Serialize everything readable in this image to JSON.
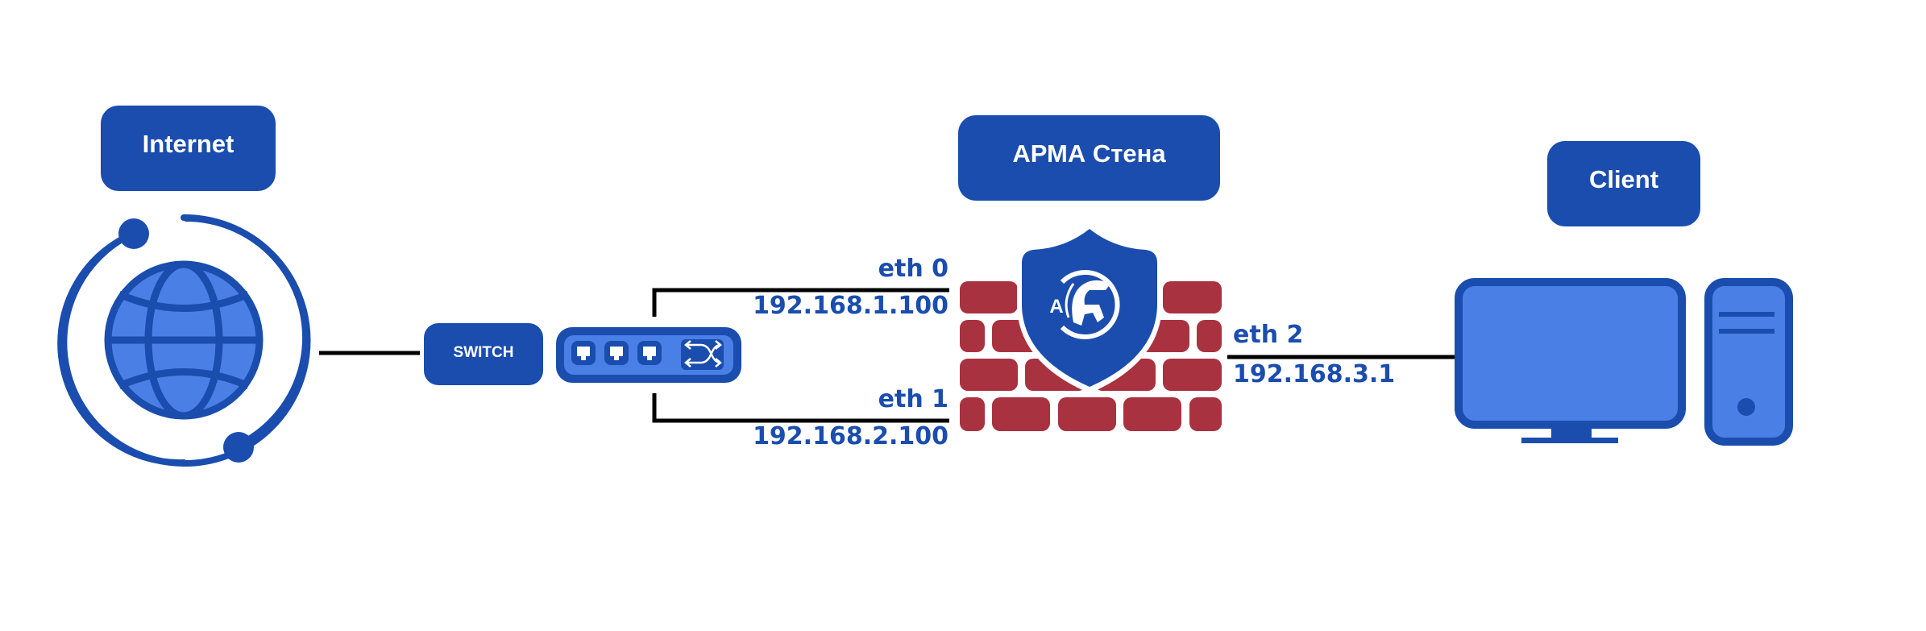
{
  "nodes": {
    "internet": {
      "label": "Internet",
      "icon": "globe-icon"
    },
    "switch": {
      "label": "SWITCH",
      "icon": "network-switch-icon",
      "ports": 3
    },
    "firewall": {
      "label": "АРМА Стена",
      "icon": "firewall-shield-icon"
    },
    "client": {
      "label": "Client",
      "icon": "desktop-computer-icon"
    }
  },
  "interfaces": [
    {
      "name": "eth 0",
      "ip": "192.168.1.100"
    },
    {
      "name": "eth 1",
      "ip": "192.168.2.100"
    },
    {
      "name": "eth 2",
      "ip": "192.168.3.1"
    }
  ],
  "colors": {
    "primary": "#1A4DAE",
    "primary_light": "#4A7FE6",
    "brick": "#A93240",
    "line": "#000000",
    "text_on_primary": "#FFFFFF"
  }
}
